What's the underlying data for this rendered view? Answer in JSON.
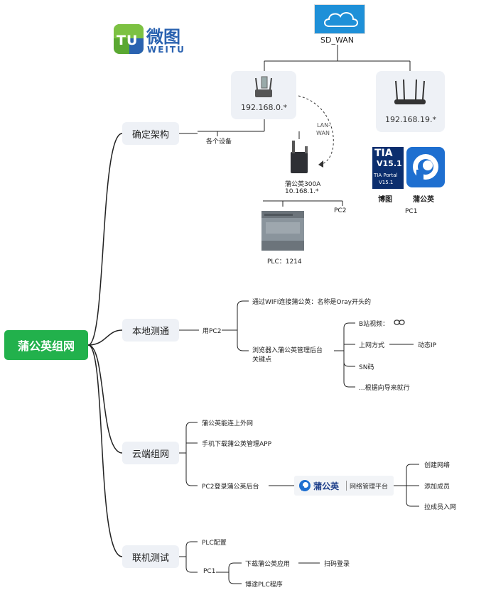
{
  "logo": {
    "mark": "TU",
    "name_cn": "微图",
    "name_en": "WEITU"
  },
  "cloud": {
    "label": "SD_WAN"
  },
  "networks": {
    "left": {
      "ip": "192.168.0.*",
      "sub_label": "各个设备"
    },
    "right": {
      "ip": "192.168.19.*"
    },
    "link_label_1": "LAN-",
    "link_label_2": "WAN"
  },
  "router300a": {
    "name": "蒲公英300A",
    "ip": "10.168.1.*",
    "pc_label": "PC2"
  },
  "plc": {
    "label": "PLC：1214"
  },
  "apps": {
    "tia": {
      "big": "TIA",
      "version_big": "V15.1",
      "portal": "TIA Portal",
      "version": "V15.1",
      "caption": "博图"
    },
    "pgy": {
      "caption": "蒲公英"
    },
    "pc_label": "PC1"
  },
  "root": {
    "label": "蒲公英组网"
  },
  "branches": {
    "architecture": "确定架构",
    "local": "本地测通",
    "cloud": "云端组网",
    "joint": "联机测试"
  },
  "local": {
    "use_pc2": "用PC2",
    "wifi": "通过WIFI连接蒲公英：名称是Oray开头的",
    "browser_line1": "浏览器入蒲公英管理后台",
    "browser_line2": "关键点",
    "bilibili": "B站视频：",
    "internet_mode": "上网方式",
    "dynamic_ip": "动态IP",
    "sn": "SN码",
    "wizard": "...根据向导来就行"
  },
  "cloud_branch": {
    "external": "蒲公英能连上外网",
    "download_app": "手机下载蒲公英管理APP",
    "pc2_login": "PC2登录蒲公英后台",
    "platform_brand": "蒲公英",
    "platform_name": "网络管理平台",
    "create_net": "创建网络",
    "add_member": "添加成员",
    "pull_member": "拉成员入网"
  },
  "joint": {
    "plc_config": "PLC配置",
    "pc1": "PC1",
    "download_app": "下载蒲公英应用",
    "scan_login": "扫码登录",
    "program_plc": "博途PLC程序"
  },
  "colors": {
    "root": "#22b14c",
    "branch_bg": "#eef1f6",
    "line": "#222222",
    "pgy_blue": "#1e6fd0"
  }
}
